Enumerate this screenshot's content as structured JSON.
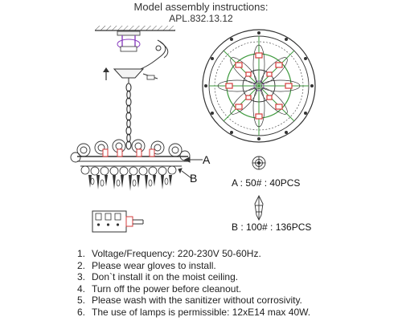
{
  "header": {
    "title": "Model assembly instructions:",
    "model": "APL.832.13.12"
  },
  "callouts": {
    "a": "A",
    "b": "B"
  },
  "crystals": {
    "a_label": "A : 50# : 40PCS",
    "b_label": "B : 100# : 136PCS"
  },
  "instructions": [
    {
      "num": "1.",
      "text": "Voltage/Frequency: 220-230V 50-60Hz."
    },
    {
      "num": "2.",
      "text": "Please wear gloves to install."
    },
    {
      "num": "3.",
      "text": "Don`t install it on the moist ceiling."
    },
    {
      "num": "4.",
      "text": "Turn off the power before cleanout."
    },
    {
      "num": "5.",
      "text": "Please wash with the sanitizer without corrosivity."
    },
    {
      "num": "6.",
      "text": "The use of lamps is permissible: 12xE14 max 40W."
    }
  ],
  "colors": {
    "line": "#333333",
    "accent_red": "#d43b3b",
    "accent_green": "#3e9a3e",
    "accent_purple": "#8a3fbf"
  }
}
